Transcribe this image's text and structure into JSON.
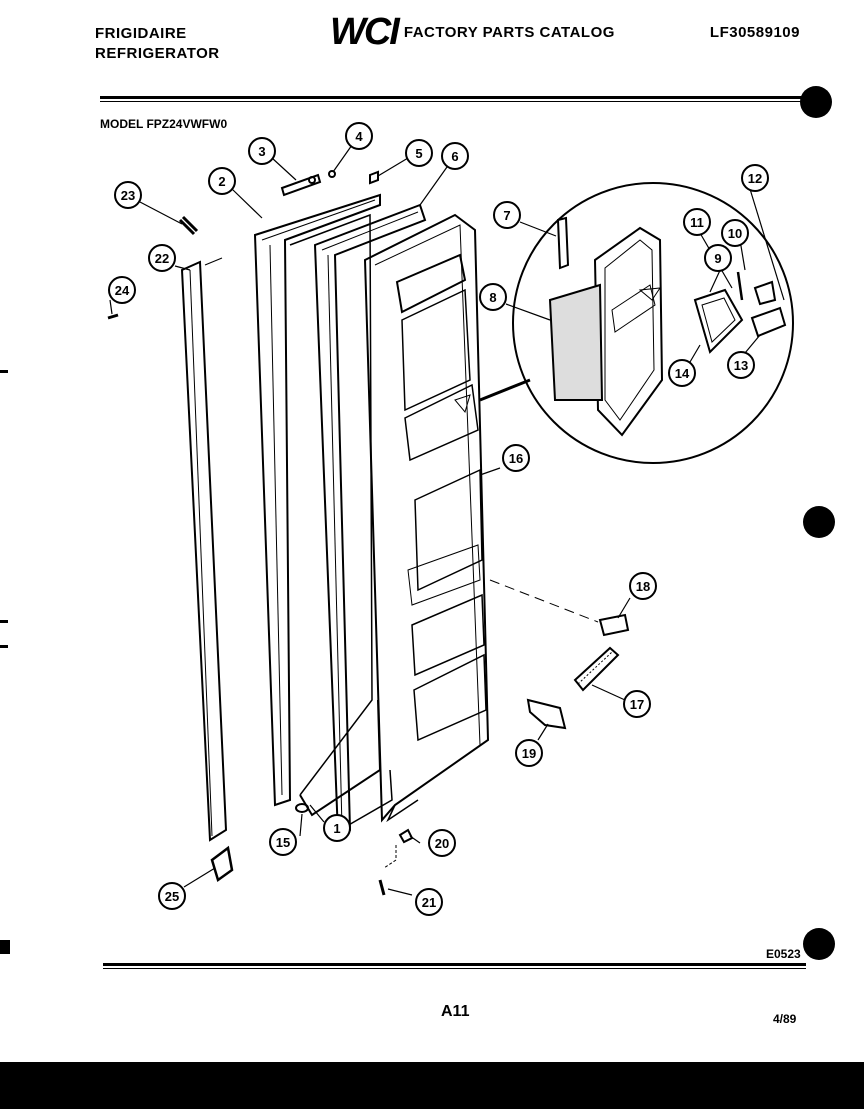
{
  "header": {
    "brand_line1": "FRIGIDAIRE",
    "brand_line2": "REFRIGERATOR",
    "logo": "WCI",
    "catalog_title": "FACTORY PARTS CATALOG",
    "catalog_number": "LF30589109"
  },
  "model_line": "MODEL FPZ24VWFW0",
  "callouts": [
    "1",
    "2",
    "3",
    "4",
    "5",
    "6",
    "7",
    "8",
    "9",
    "10",
    "11",
    "12",
    "13",
    "14",
    "15",
    "16",
    "17",
    "18",
    "19",
    "20",
    "21",
    "22",
    "23",
    "24",
    "25"
  ],
  "footer": {
    "drawing_code": "E0523",
    "page_label": "A11",
    "date": "4/89"
  }
}
